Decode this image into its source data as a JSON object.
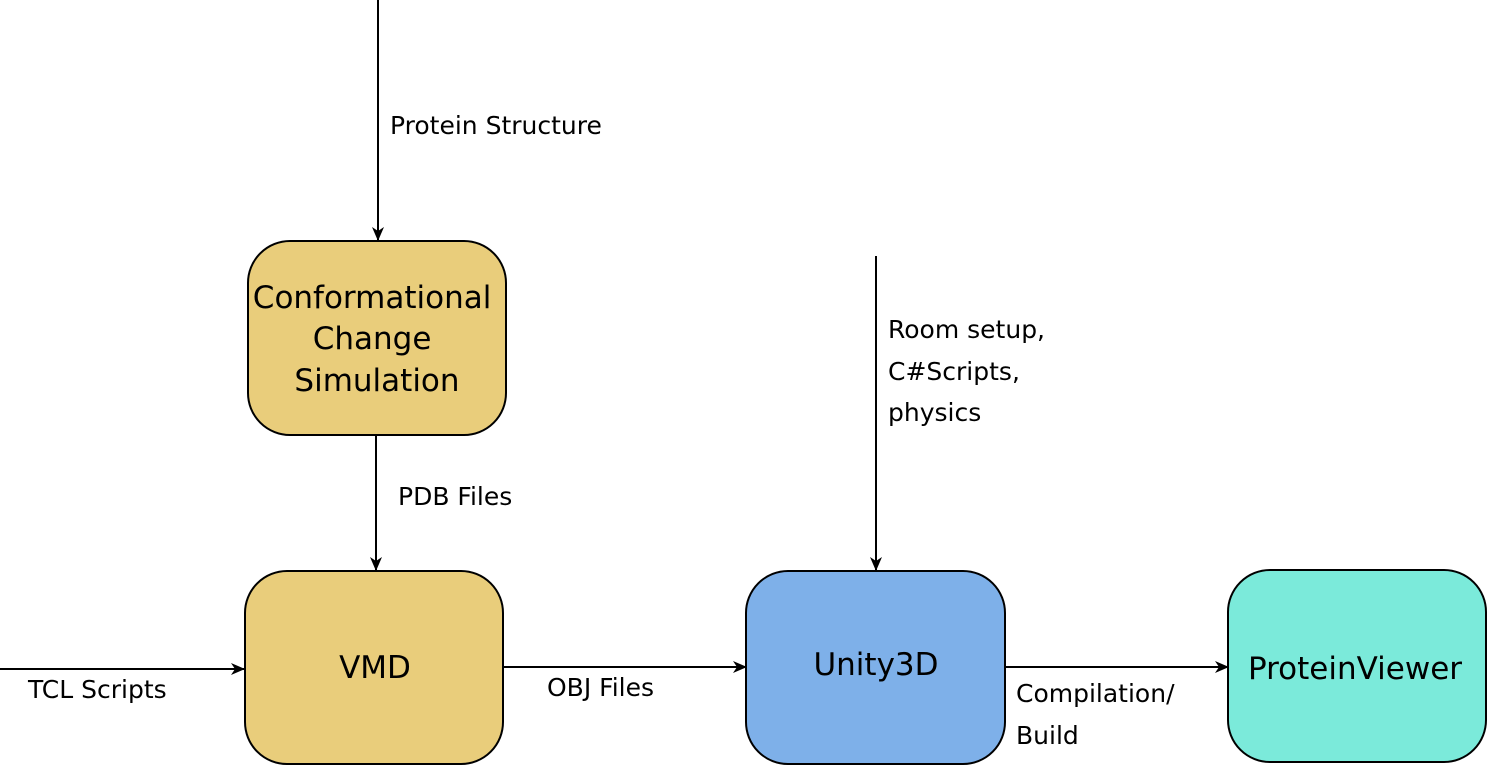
{
  "nodes": {
    "conformational_change_simulation": {
      "lines": [
        "Conformational",
        "Change",
        "Simulation"
      ],
      "color": "#e9cd7b"
    },
    "vmd": {
      "label": "VMD",
      "color": "#e9cd7b"
    },
    "unity3d": {
      "label": "Unity3D",
      "color": "#7eb0e9"
    },
    "proteinviewer": {
      "label": "ProteinViewer",
      "color": "#7beada"
    }
  },
  "edges": {
    "protein_structure": {
      "label": "Protein Structure"
    },
    "pdb_files": {
      "label": "PDB Files"
    },
    "tcl_scripts": {
      "label": "TCL Scripts"
    },
    "obj_files": {
      "label": "OBJ Files"
    },
    "room_setup": {
      "lines": [
        "Room setup,",
        "C#Scripts,",
        "physics"
      ]
    },
    "compilation_build": {
      "lines": [
        "Compilation/",
        "Build"
      ]
    }
  }
}
